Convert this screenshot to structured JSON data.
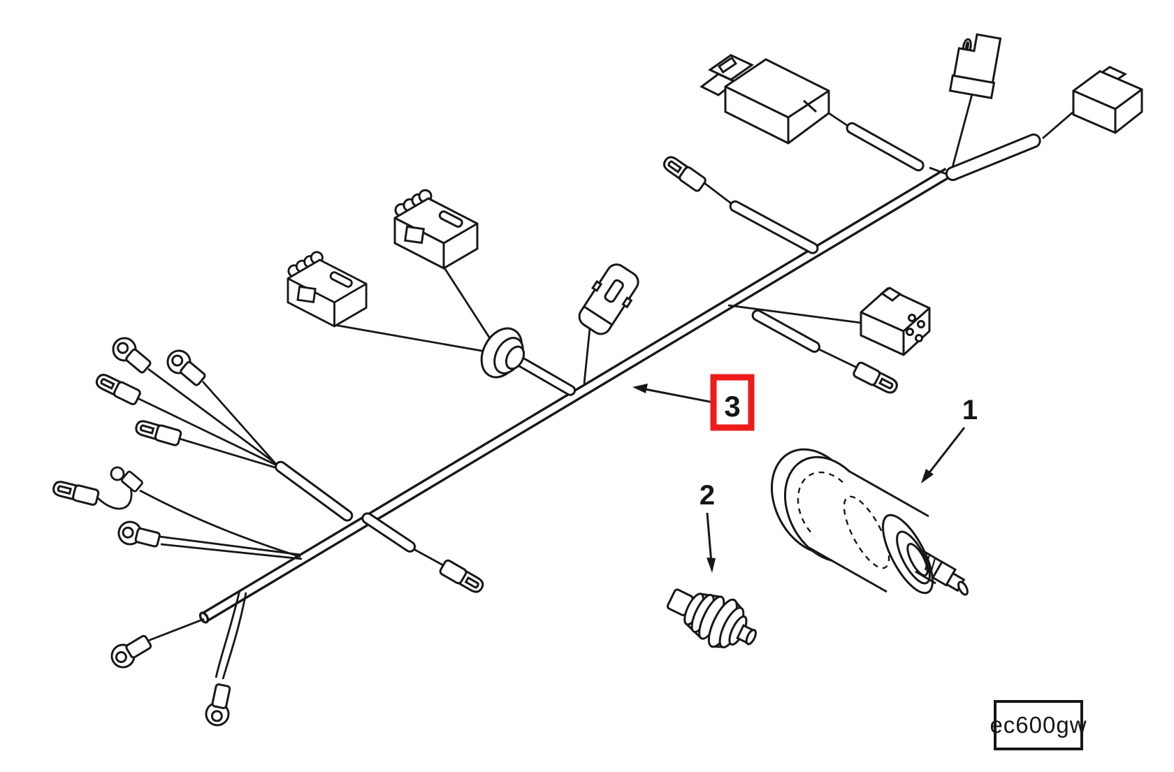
{
  "diagram": {
    "background_color": "#ffffff",
    "line_color": "#171717",
    "highlight_color": "#ee1b1b",
    "highlighted_callout": "3",
    "callouts": [
      {
        "label": "1"
      },
      {
        "label": "2"
      },
      {
        "label": "3"
      }
    ],
    "drawing_code": "ec600gw"
  }
}
